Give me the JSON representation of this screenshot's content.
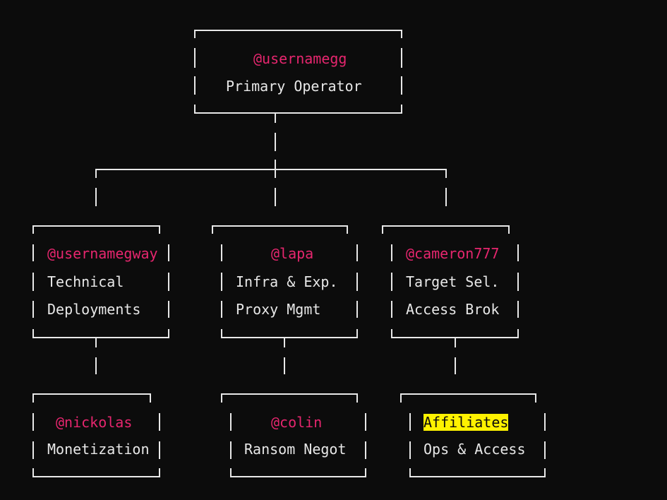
{
  "nodes": [
    {
      "id": "root",
      "handle": "@usernamegg",
      "lines": [
        "Primary Operator"
      ]
    },
    {
      "id": "tech",
      "handle": "@usernamegway",
      "lines": [
        "Technical",
        "Deployments"
      ]
    },
    {
      "id": "infra",
      "handle": "@lapa",
      "lines": [
        "Infra & Exp.",
        "Proxy Mgmt"
      ]
    },
    {
      "id": "target",
      "handle": "@cameron777",
      "lines": [
        "Target Sel.",
        "Access Brok"
      ]
    },
    {
      "id": "monet",
      "handle": "@nickolas",
      "lines": [
        "Monetization"
      ]
    },
    {
      "id": "ransom",
      "handle": "@colin",
      "lines": [
        "Ransom Negot"
      ]
    },
    {
      "id": "affil",
      "handle": "Affiliates",
      "lines": [
        "Ops & Access"
      ],
      "highlighted": true
    }
  ],
  "colors": {
    "background": "#0c0c0c",
    "line": "#e8e8e8",
    "handle": "#e6266e",
    "highlight": "#fff200"
  }
}
